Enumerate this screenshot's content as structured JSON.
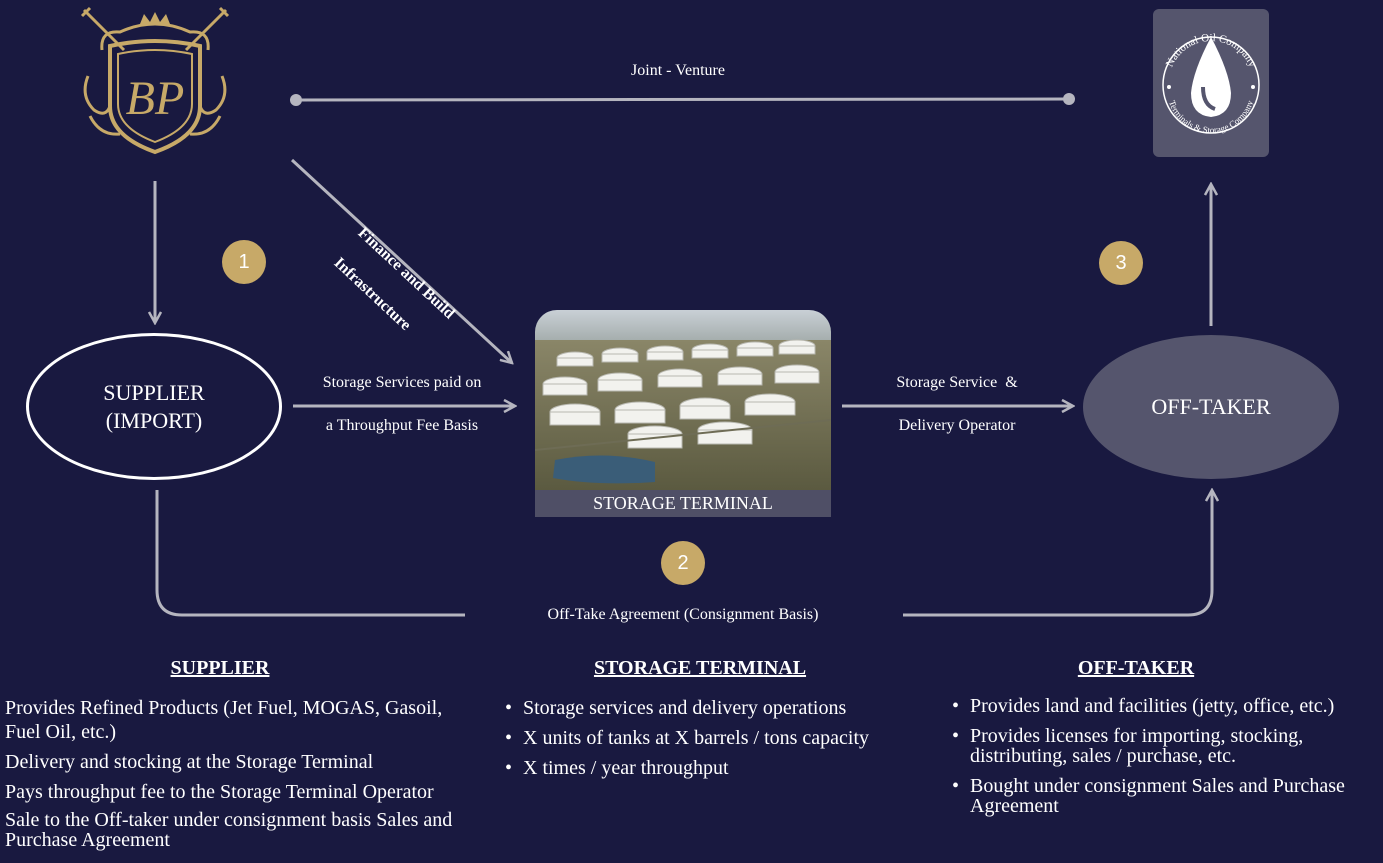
{
  "logos": {
    "bp_crest": {
      "monogram": "BP",
      "accent": "#c7a968"
    },
    "noc": {
      "ring_text_top": "National Oil Company",
      "ring_text_bottom": "Terminals & Storage Company"
    }
  },
  "top_link": {
    "label": "Joint - Venture"
  },
  "finance_label": {
    "line1": "Finance and Build",
    "line2": "Infrastructure"
  },
  "badges": [
    "1",
    "2",
    "3"
  ],
  "nodes": {
    "supplier": {
      "line1": "SUPPLIER",
      "line2": "(IMPORT)"
    },
    "offtaker": {
      "label": "OFF-TAKER"
    },
    "terminal": {
      "caption": "STORAGE TERMINAL"
    }
  },
  "arrows": {
    "supplier_to_terminal": {
      "line1": "Storage Services paid on",
      "line2": "a Throughput Fee Basis"
    },
    "terminal_to_offtaker": {
      "line1": "Storage Service  &",
      "line2": "Delivery Operator"
    },
    "offtake_agreement": "Off-Take Agreement (Consignment Basis)"
  },
  "columns": {
    "supplier": {
      "title": "SUPPLIER",
      "items": [
        "Provides Refined Products (Jet Fuel, MOGAS, Gasoil, Fuel Oil, etc.)",
        "Delivery and stocking at the Storage Terminal",
        "Pays throughput fee to the Storage Terminal Operator",
        "Sale to the Off-taker under consignment basis Sales and Purchase Agreement"
      ]
    },
    "terminal": {
      "title": "STORAGE TERMINAL",
      "items": [
        "Storage services and delivery operations",
        "X units of tanks at X barrels / tons capacity",
        "X times / year throughput"
      ]
    },
    "offtaker": {
      "title": "OFF-TAKER",
      "items": [
        "Provides land and  facilities (jetty, office, etc.)",
        "Provides licenses for importing, stocking, distributing, sales / purchase, etc.",
        "Bought under consignment Sales and Purchase Agreement"
      ]
    }
  },
  "colors": {
    "background": "#191940",
    "gold": "#c7a968",
    "arrow": "#b5b5bf",
    "offtaker_fill": "#55556d"
  }
}
